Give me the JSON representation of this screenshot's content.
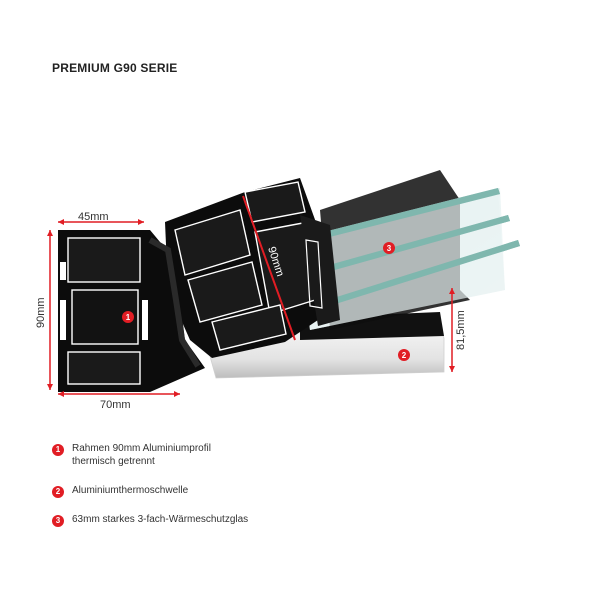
{
  "title": "PREMIUM G90 SERIE",
  "dimensions": {
    "top_width": "45mm",
    "left_height": "90mm",
    "bottom_width": "70mm",
    "diagonal": "90mm",
    "right_height": "81,5mm"
  },
  "markers": [
    "1",
    "2",
    "3"
  ],
  "legend": [
    {
      "num": "1",
      "line1": "Rahmen 90mm Aluminiumprofil",
      "line2": "thermisch getrennt"
    },
    {
      "num": "2",
      "line1": "Aluminiumthermoschwelle",
      "line2": ""
    },
    {
      "num": "3",
      "line1": "63mm starkes 3-fach-Wärmeschutzglas",
      "line2": ""
    }
  ],
  "colors": {
    "accent": "#e11d24",
    "profile": "#0c0c0c",
    "glass": "#7fb7ae"
  }
}
